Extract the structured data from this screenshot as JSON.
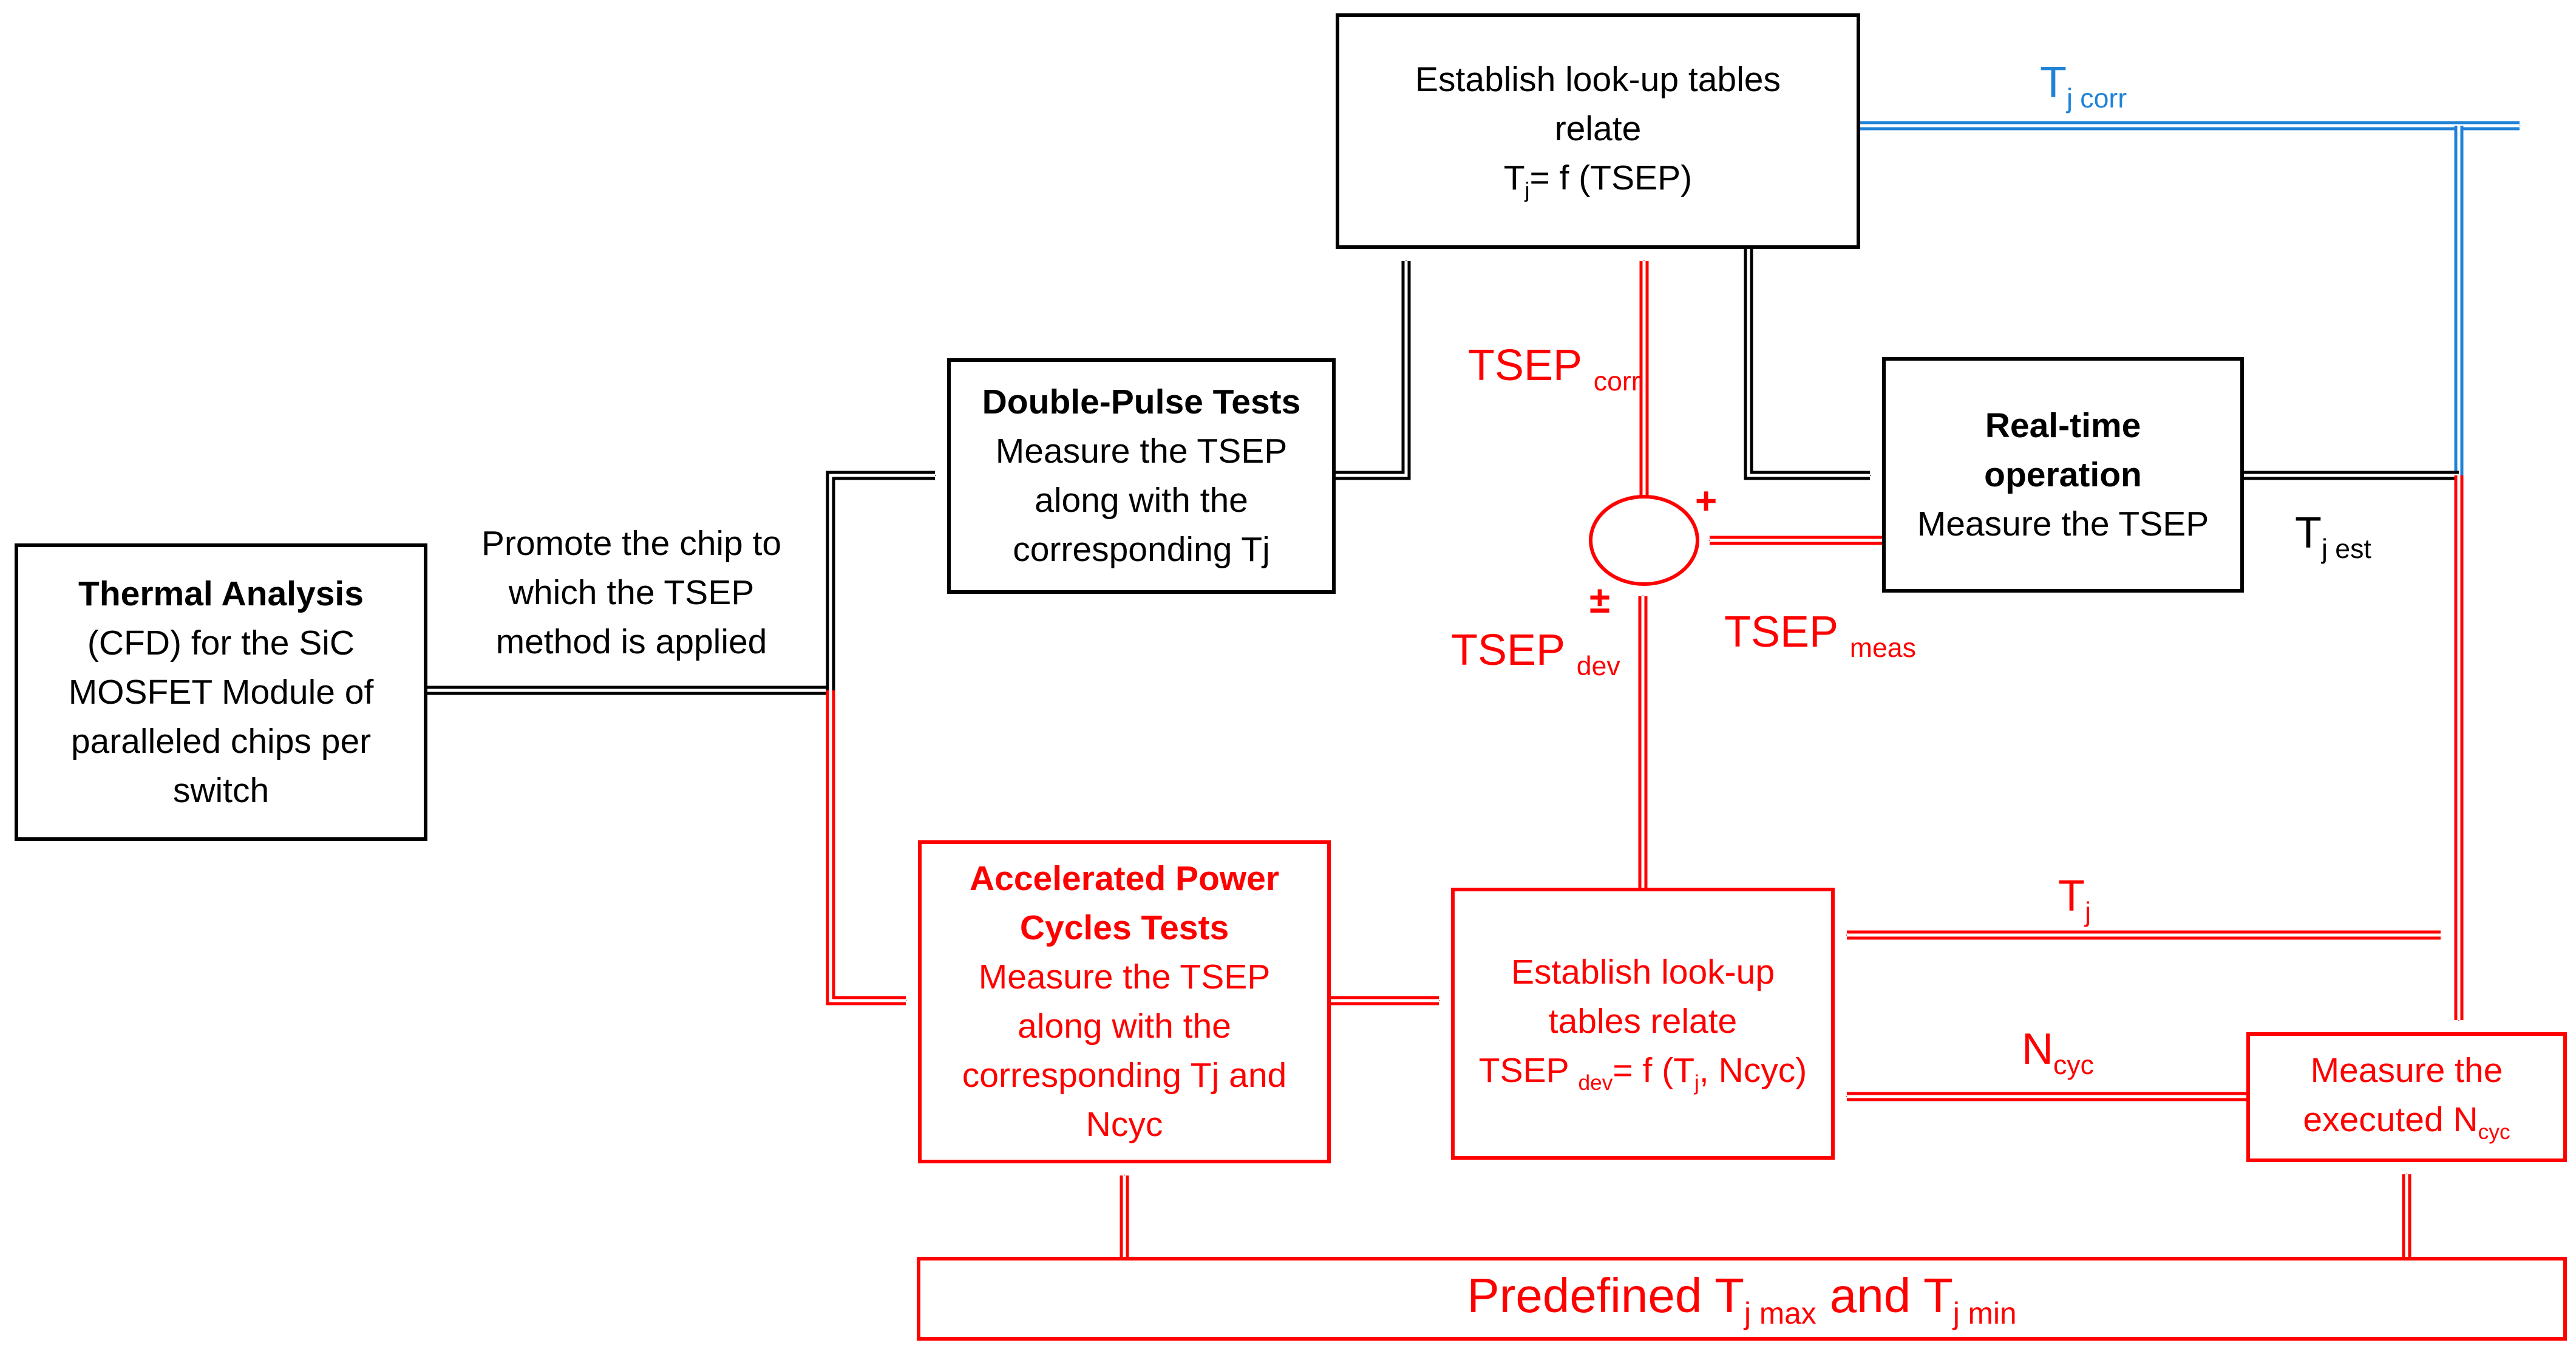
{
  "colors": {
    "black": "#000000",
    "red": "#ff0000",
    "blue": "#1f82d6"
  },
  "boxes": {
    "thermal": {
      "title": "Thermal Analysis",
      "lines": [
        "(CFD) for the SiC",
        "MOSFET Module of",
        "paralleled chips per",
        "switch"
      ]
    },
    "double_pulse": {
      "title": "Double-Pulse Tests",
      "lines": [
        "Measure the TSEP",
        "along with the",
        "corresponding Tj"
      ]
    },
    "establish_top": {
      "line1": "Establish look-up tables",
      "line2": "relate",
      "tj": "T",
      "tj_sub": "j",
      "formula": "= f (TSEP)"
    },
    "realtime": {
      "title1": "Real-time",
      "title2": "operation",
      "line": "Measure the TSEP"
    },
    "apc": {
      "title1": "Accelerated Power",
      "title2": "Cycles Tests",
      "lines": [
        "Measure the TSEP",
        "along with the",
        "corresponding Tj and",
        "Ncyc"
      ]
    },
    "establish_bottom": {
      "line1": "Establish look-up",
      "line2": "tables relate",
      "tsep": "TSEP ",
      "tsep_sub": "dev",
      "mid": "= f (T",
      "tj_sub": "j",
      "end": ", Ncyc)"
    },
    "measure_exec": {
      "line1": "Measure the",
      "line2": "executed N",
      "sub": "cyc"
    },
    "predefined": {
      "a": "Predefined T",
      "a_sub": "j max",
      "b": " and T",
      "b_sub": "j min"
    }
  },
  "labels": {
    "promote": [
      "Promote the chip to",
      "which the TSEP",
      "method is applied"
    ],
    "tj_corr": {
      "main": "T",
      "sub": "j corr"
    },
    "tj_est": {
      "main": "T",
      "sub": "j est"
    },
    "tsep_corr": {
      "main": "TSEP ",
      "sub": "corr"
    },
    "tsep_dev": {
      "main": "TSEP ",
      "sub": "dev"
    },
    "tsep_meas": {
      "main": "TSEP ",
      "sub": "meas"
    },
    "plus": "+",
    "plusminus": "±",
    "tj": {
      "main": "T",
      "sub": "j"
    },
    "ncyc": {
      "main": "N",
      "sub": "cyc"
    }
  }
}
